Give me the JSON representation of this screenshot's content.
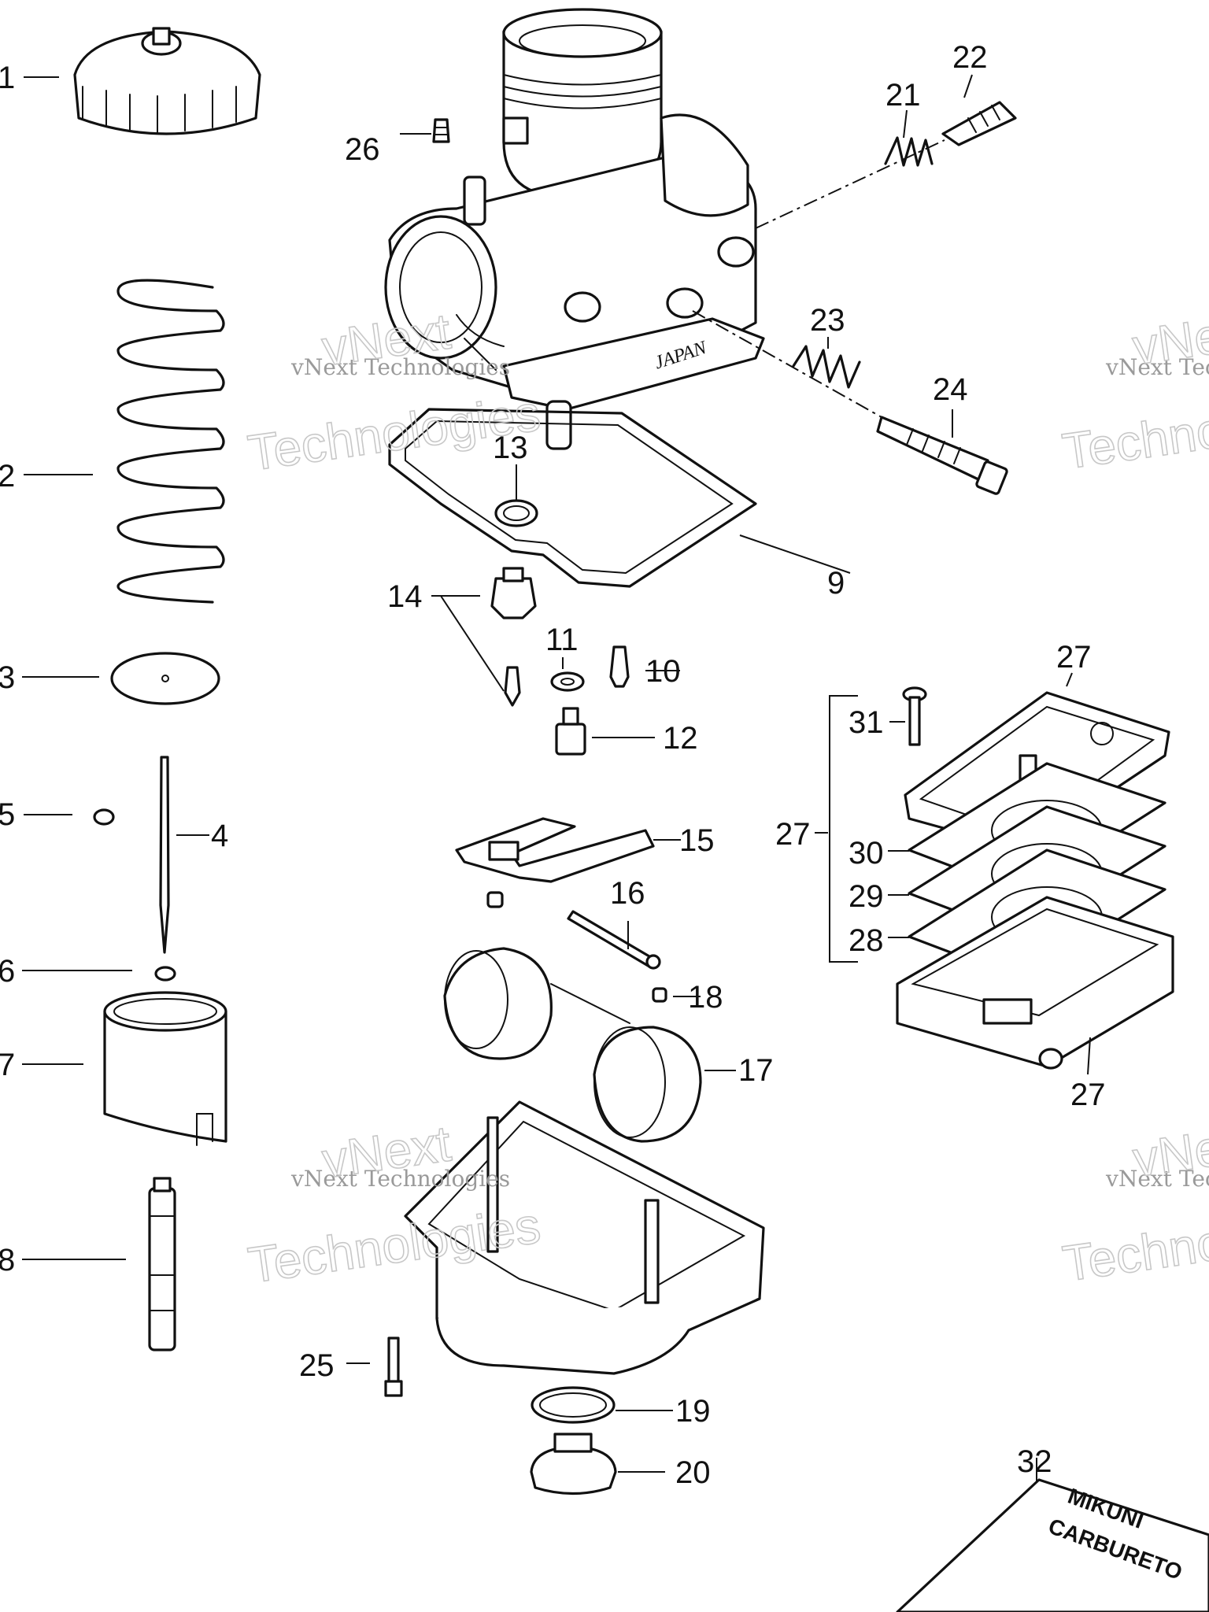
{
  "diagram": {
    "callouts": [
      "1",
      "2",
      "3",
      "4",
      "5",
      "6",
      "7",
      "8",
      "9",
      "10",
      "11",
      "12",
      "13",
      "14",
      "15",
      "16",
      "17",
      "18",
      "19",
      "20",
      "21",
      "22",
      "23",
      "24",
      "25",
      "26",
      "27",
      "28",
      "29",
      "30",
      "31",
      "32"
    ],
    "watermark_line": "vNext Technologies",
    "watermark_big_top": "vNext",
    "watermark_big_bottom": "Technologies",
    "body_stamp": "JAPAN",
    "box_label_line1": "MIKUNI",
    "box_label_line2": "CARBURETO"
  }
}
